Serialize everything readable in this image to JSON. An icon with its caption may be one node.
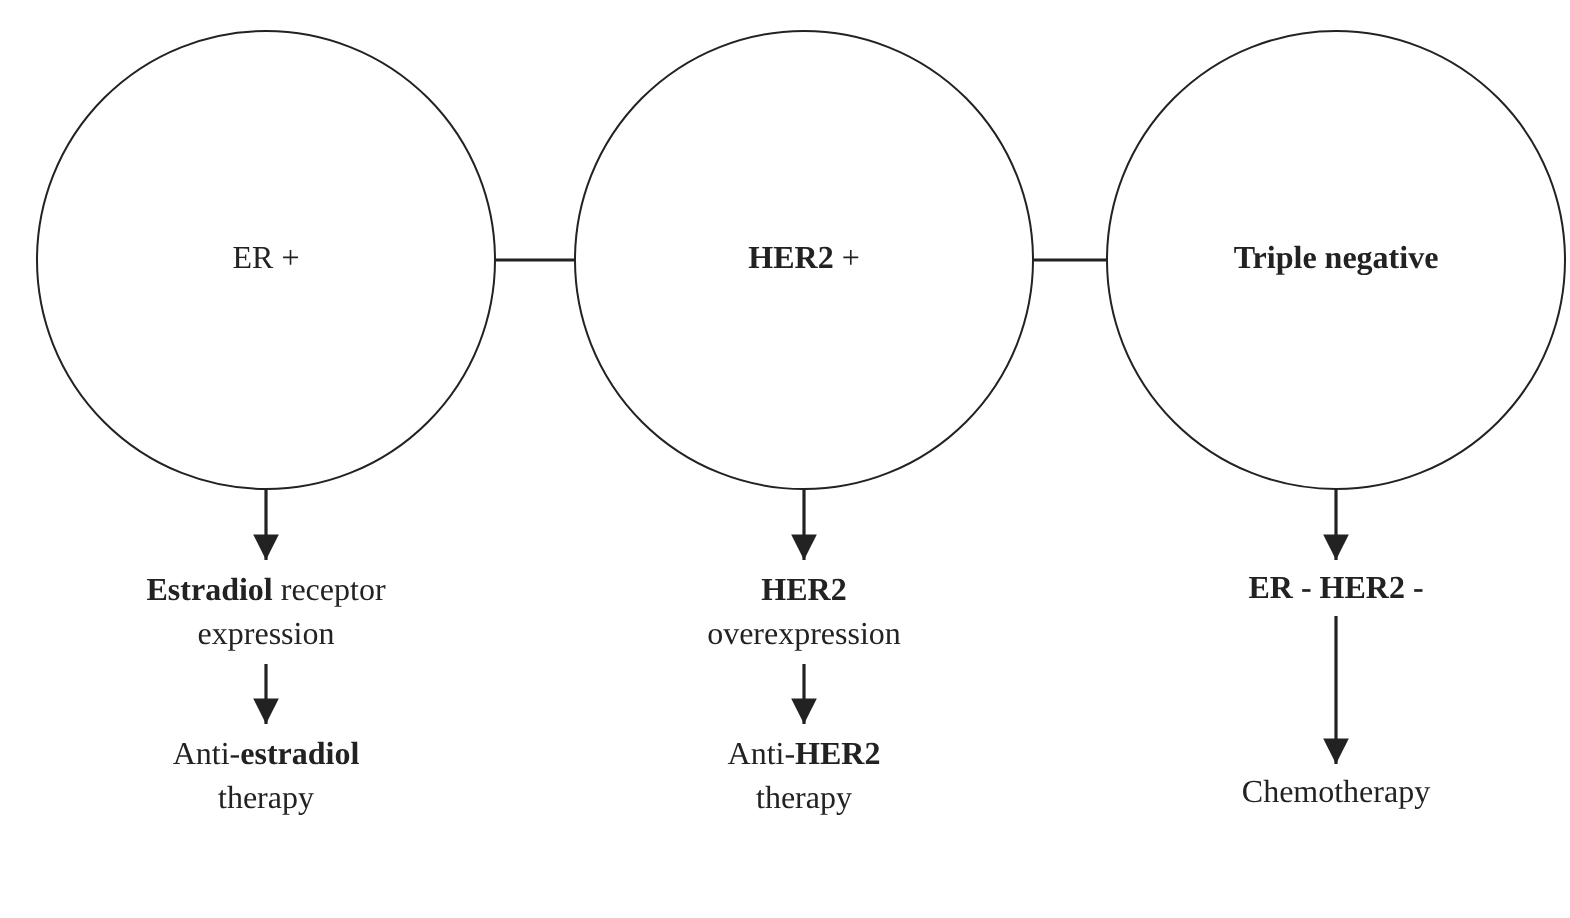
{
  "diagram": {
    "nodes": [
      {
        "text": [
          "ER +"
        ]
      },
      {
        "text": [
          "**HER2** +"
        ]
      },
      {
        "text": [
          "Triple negative"
        ]
      },
      {
        "text": [
          "**Estradiol** receptor expression"
        ]
      },
      {
        "text": [
          "Anti-**estradiol** therapy"
        ]
      },
      {
        "text": [
          "**HER2** overexpression"
        ]
      },
      {
        "text": [
          "Anti-**HER2** therapy"
        ]
      },
      {
        "text": [
          "ER - HER2 -"
        ]
      },
      {
        "text": [
          "Chemotherapy"
        ]
      }
    ],
    "edges": [
      {
        "from": 0,
        "to": 1,
        "arrow": "none"
      },
      {
        "from": 1,
        "to": 2,
        "arrow": "none"
      },
      {
        "from": 0,
        "to": 3,
        "arrow": "to"
      },
      {
        "from": 3,
        "to": 4,
        "arrow": "to"
      },
      {
        "from": 1,
        "to": 5,
        "arrow": "to"
      },
      {
        "from": 5,
        "to": 6,
        "arrow": "to"
      },
      {
        "from": 2,
        "to": 7,
        "arrow": "to"
      },
      {
        "from": 7,
        "to": 8,
        "arrow": "to"
      }
    ]
  }
}
